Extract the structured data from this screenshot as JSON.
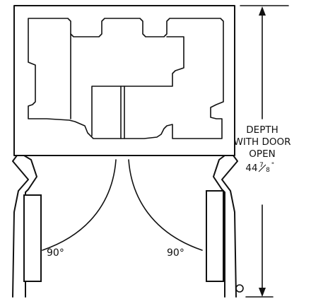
{
  "dimension": {
    "lines": [
      "DEPTH",
      "WITH DOOR",
      "OPEN"
    ],
    "value_whole": "44",
    "value_fraction_numerator": "7",
    "value_fraction_denominator": "8",
    "value_unit": "\""
  },
  "door_angles": {
    "left": "90°",
    "right": "90°"
  },
  "colors": {
    "line": "#111111",
    "background": "#ffffff"
  }
}
